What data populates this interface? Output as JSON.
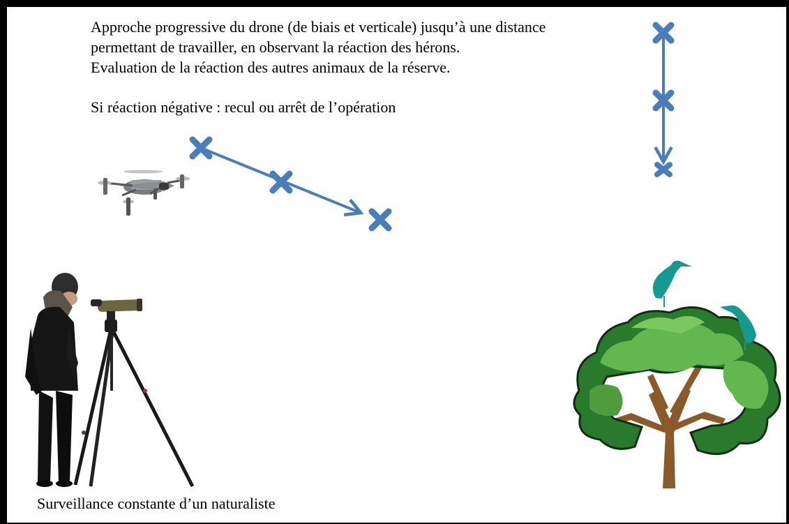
{
  "instructions": {
    "line1": "Approche progressive du drone (de biais et verticale) jusqu’à une distance",
    "line2": "permettant de travailler, en observant la réaction des hérons.",
    "line3": "Evaluation de la réaction des autres animaux de la réserve.",
    "line4": "Si réaction négative : recul ou arrêt de l’opération"
  },
  "caption": "Surveillance constante d’un naturaliste",
  "colors": {
    "arrow": "#4a7ebb",
    "marker": "#4a7ebb",
    "heron": "#149a8e",
    "foliage_light": "#62b84e",
    "foliage_dark": "#2a7a2e",
    "trunk": "#8a5a2b"
  },
  "icons": {
    "drone": "drone-icon",
    "tree": "tree-icon",
    "heron": "heron-icon",
    "observer": "naturalist-with-spotting-scope",
    "waypoint": "x-marker-icon"
  }
}
